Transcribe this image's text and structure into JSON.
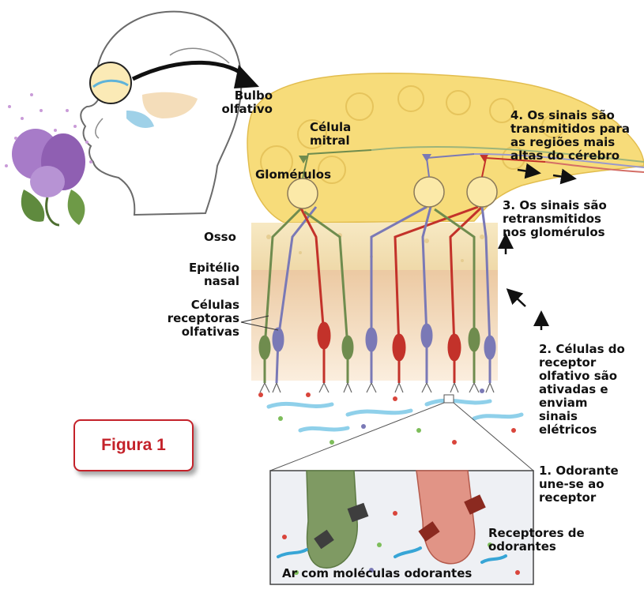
{
  "labels": {
    "bulbo": "Bulbo\nolfativo",
    "celula_mitral": "Célula\nmitral",
    "glomerulos": "Glomérulos",
    "osso": "Osso",
    "epitelio": "Epitélio\nnasal",
    "celulas_receptoras": "Células\nreceptoras\nolfativas",
    "step4": "4. Os sinais são\ntransmitidos para\nas regiões mais\naltas do cérebro",
    "step3": "3. Os sinais são\nretransmitidos\nnos glomérulos",
    "step2": "2. Células do\nreceptor\nolfativo são\nativadas e\nenviam\nsinais\nelétricos",
    "step1": "1. Odorante\nune-se ao\nreceptor",
    "receptores": "Receptores de\nodorantes",
    "ar": "Ar com moléculas odorantes"
  },
  "figure_label": "Figura 1",
  "colors": {
    "bulb": "#f7dc7a",
    "bone": "#f1e4bf",
    "epithelium": "#e9c8a3",
    "red_neuron": "#c3322a",
    "green_neuron": "#6f8c4e",
    "purple_neuron": "#7a79b6",
    "figure_accent": "#c4222a"
  }
}
